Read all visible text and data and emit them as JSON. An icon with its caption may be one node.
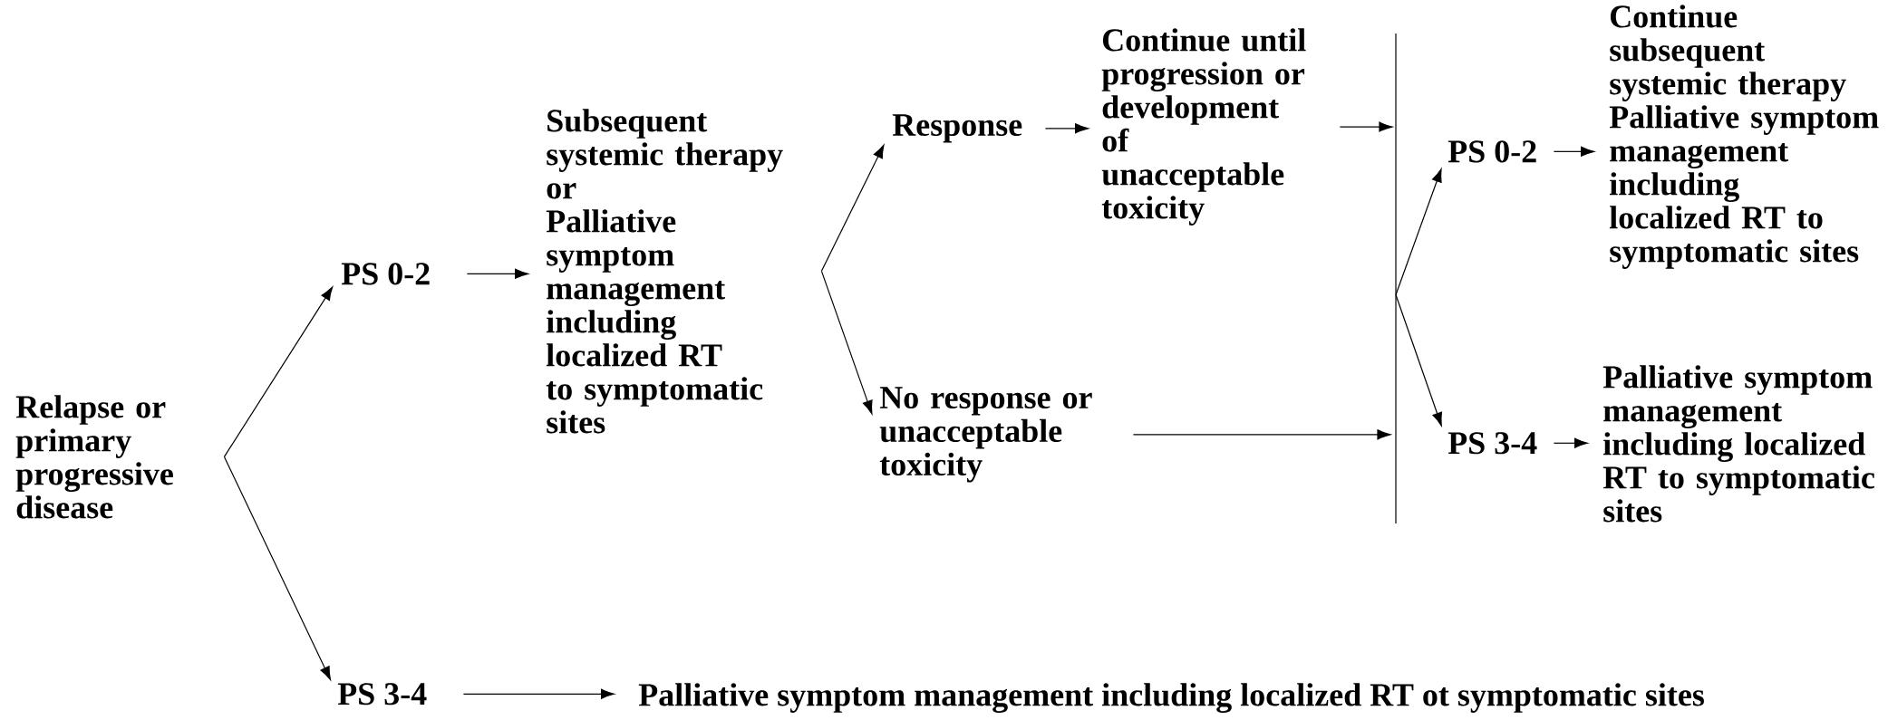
{
  "diagram": {
    "nodes": [
      {
        "text": [
          "Relapse or primary progressive disease"
        ]
      },
      {
        "text": [
          "PS 0-2"
        ]
      },
      {
        "text": [
          "PS 3-4"
        ]
      },
      {
        "text": [
          "Subsequent systemic therapy",
          "or",
          "Palliative symptom management including localized RT to symptomatic sites"
        ]
      },
      {
        "text": [
          "Response"
        ]
      },
      {
        "text": [
          "No response or unacceptable toxicity"
        ]
      },
      {
        "text": [
          "Continue until progression or development of unacceptable toxicity"
        ]
      },
      {
        "text": [],
        "shape": "bar"
      },
      {
        "text": [
          "PS 0-2"
        ]
      },
      {
        "text": [
          "PS 3-4"
        ]
      },
      {
        "text": [
          "Continue subsequent systemic therapy",
          "Palliative symptom management including localized RT to symptomatic sites"
        ]
      },
      {
        "text": [
          "Palliative symptom management including localized RT to symptomatic sites"
        ]
      },
      {
        "text": [
          "Palliative symptom management including localized RT ot symptomatic sites"
        ]
      }
    ],
    "edges": [
      {
        "from": 0,
        "to": 1,
        "arrow": "to"
      },
      {
        "from": 0,
        "to": 2,
        "arrow": "to"
      },
      {
        "from": 1,
        "to": 3,
        "arrow": "to"
      },
      {
        "from": 3,
        "to": 4,
        "arrow": "to"
      },
      {
        "from": 3,
        "to": 5,
        "arrow": "to"
      },
      {
        "from": 4,
        "to": 6,
        "arrow": "to"
      },
      {
        "from": 6,
        "to": 7,
        "arrow": "to"
      },
      {
        "from": 5,
        "to": 7,
        "arrow": "to"
      },
      {
        "from": 7,
        "to": 8,
        "arrow": "to"
      },
      {
        "from": 7,
        "to": 9,
        "arrow": "to"
      },
      {
        "from": 8,
        "to": 10,
        "arrow": "to"
      },
      {
        "from": 9,
        "to": 11,
        "arrow": "to"
      },
      {
        "from": 2,
        "to": 12,
        "arrow": "to"
      }
    ]
  }
}
